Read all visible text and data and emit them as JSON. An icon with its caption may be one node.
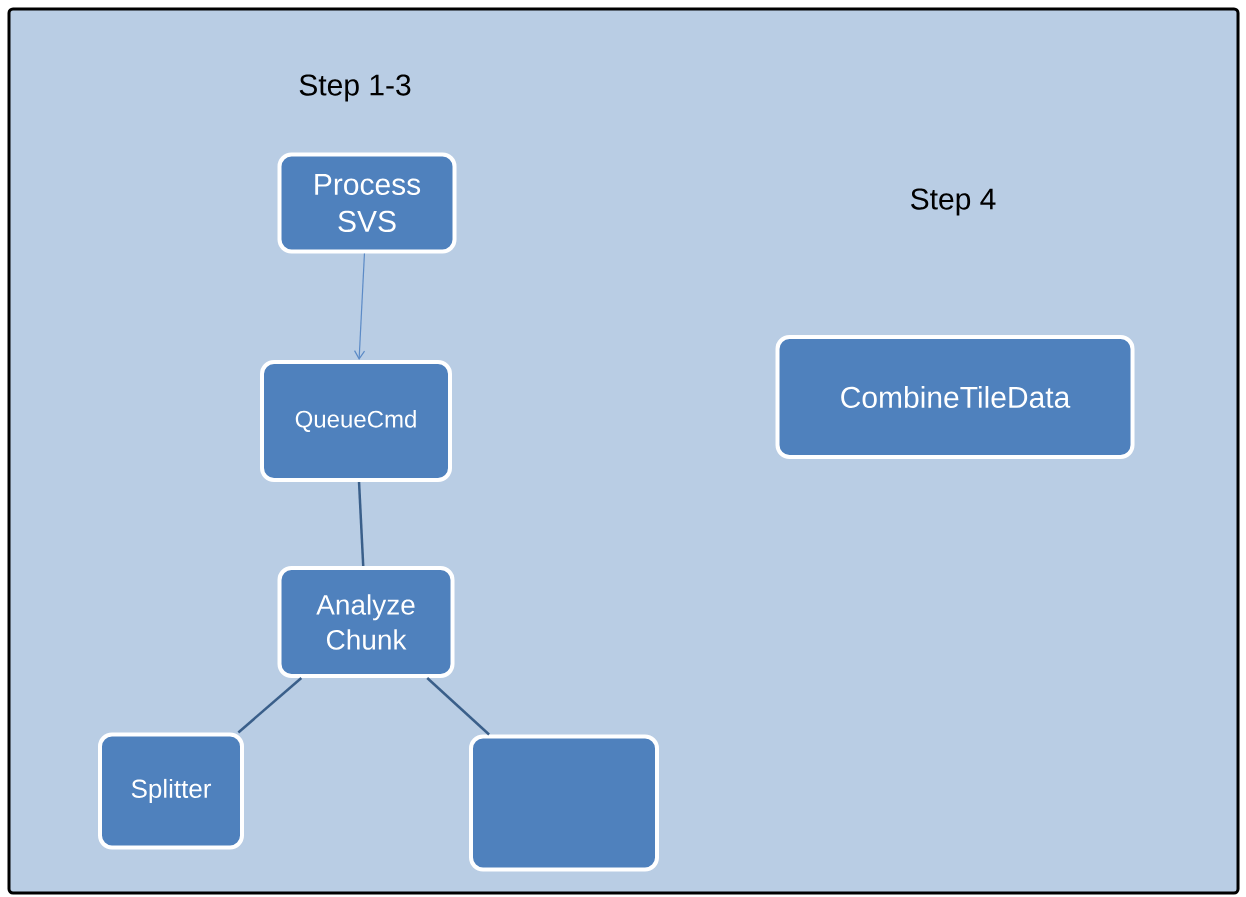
{
  "diagram": {
    "nodes": [
      {
        "text": [
          "Process SVS"
        ]
      },
      {
        "text": [
          "QueueCmd"
        ]
      },
      {
        "text": [
          "Analyze Chunk"
        ]
      },
      {
        "text": [
          "Splitter"
        ]
      },
      {
        "text": [],
        "shape": "box"
      },
      {
        "text": [
          "CombineTileData"
        ]
      }
    ],
    "edges": [
      {
        "from": 0,
        "to": 1,
        "arrow": "to",
        "color": "#5b8ac6"
      },
      {
        "from": 1,
        "to": 2,
        "arrow": "none"
      },
      {
        "from": 2,
        "to": 3,
        "arrow": "none"
      },
      {
        "from": 2,
        "to": 4,
        "arrow": "none"
      }
    ],
    "labels": [
      "Step 1-3",
      "Step 4"
    ]
  }
}
